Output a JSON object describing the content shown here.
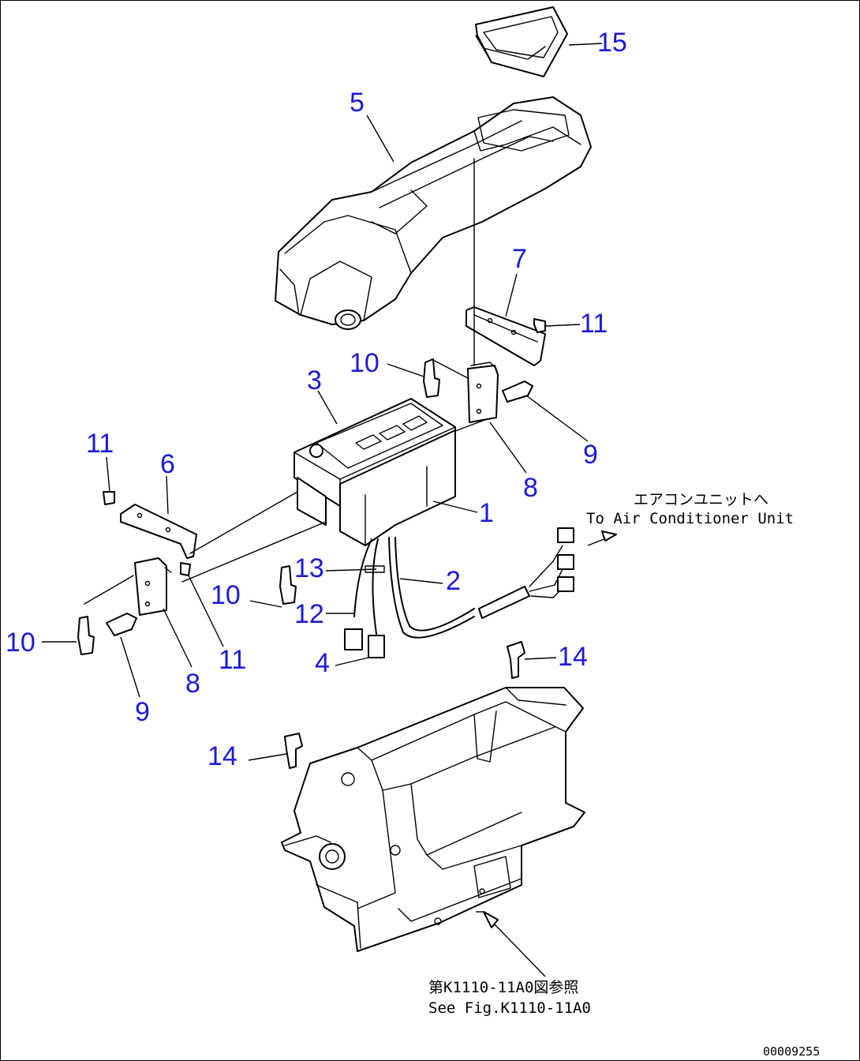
{
  "callouts": [
    "15",
    "5",
    "7",
    "11",
    "10",
    "3",
    "9",
    "11",
    "6",
    "8",
    "1",
    "2",
    "13",
    "10",
    "12",
    "10",
    "11",
    "8",
    "4",
    "9",
    "14",
    "14"
  ],
  "notes": {
    "aircon_jp": "エアコンユニットへ",
    "aircon_en": "To Air Conditioner Unit",
    "ref_jp": "第K1110-11A0図参照",
    "ref_en": "See Fig.K1110-11A0",
    "figure_code": "00009255"
  },
  "colors": {
    "callout": "#1a1ad8",
    "line": "#000000"
  }
}
